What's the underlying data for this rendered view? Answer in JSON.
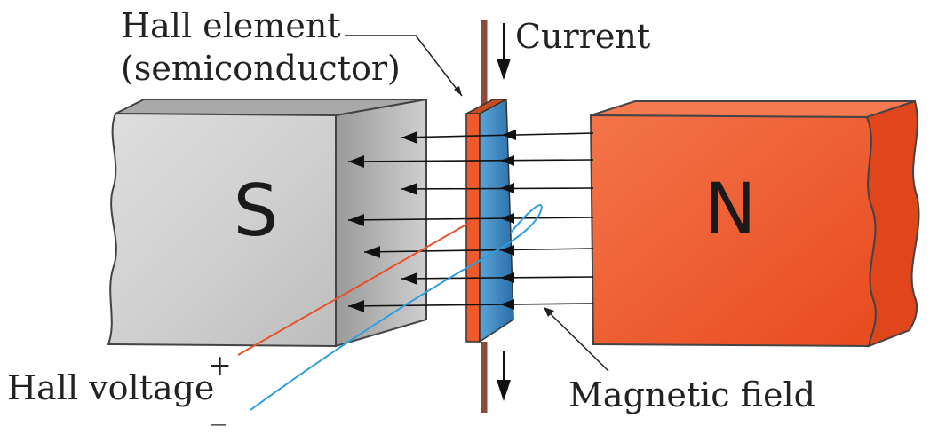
{
  "labels": {
    "hall_element_line1": "Hall element",
    "hall_element_line2": "(semiconductor)",
    "current": "Current",
    "hall_voltage": "Hall voltage",
    "plus_sign": "+",
    "minus_sign": "_",
    "magnetic_field": "Magnetic field"
  },
  "magnets": {
    "south_label": "S",
    "north_label": "N"
  },
  "colors": {
    "south_magnet": "#cfcfcf",
    "north_magnet": "#f0602e",
    "current_wire": "#8b4a3a",
    "positive_wire": "#e8502a",
    "negative_wire": "#2d9ee0",
    "field_lines": "#111111"
  }
}
